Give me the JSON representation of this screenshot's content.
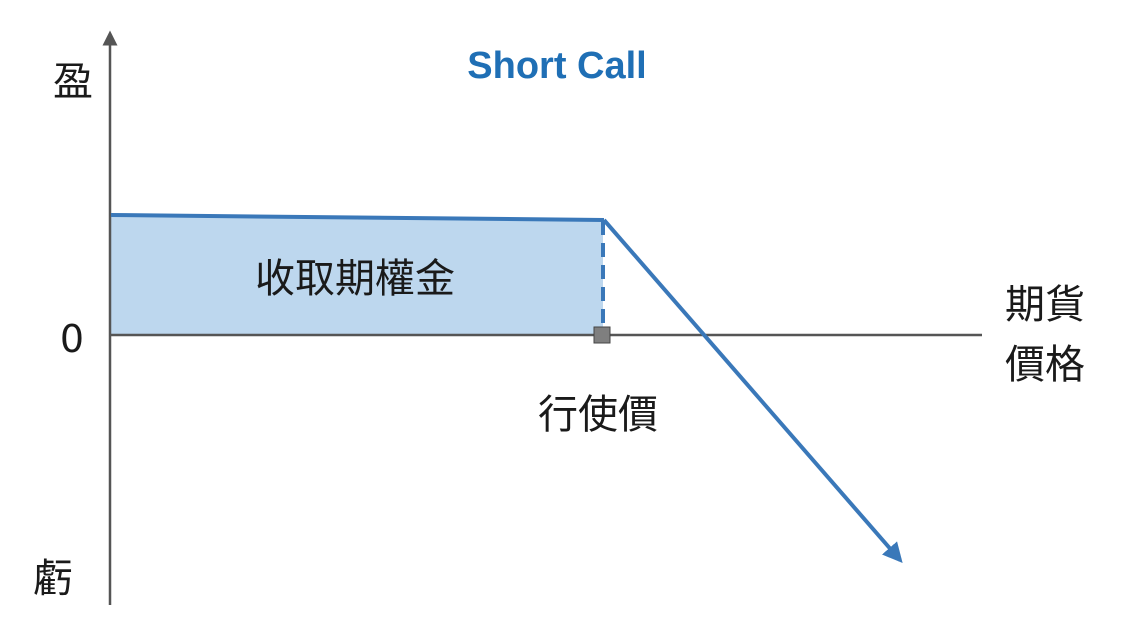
{
  "title": "Short Call",
  "y_axis": {
    "top_label": "盈",
    "bottom_label": "虧",
    "zero_label": "0"
  },
  "x_axis": {
    "label_line1": "期貨",
    "label_line2": "價格"
  },
  "premium_area_label": "收取期權金",
  "strike_label": "行使價",
  "colors": {
    "title": "#1f6fb5",
    "payoff_line": "#3a78b9",
    "premium_fill": "#bdd7ee",
    "axis": "#555555",
    "strike_marker": "#7f7f7f"
  }
}
